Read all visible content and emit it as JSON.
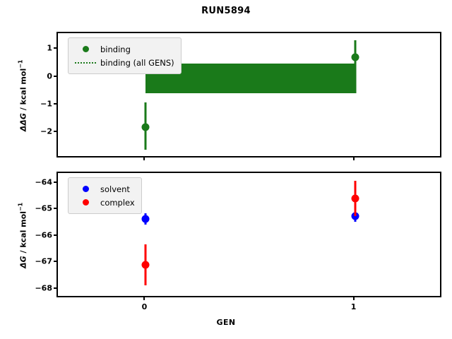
{
  "chart_data": [
    {
      "type": "scatter",
      "panel": "top",
      "title": "RUN5894",
      "xlabel": "",
      "ylabel": "ΔΔG / kcal mol⁻¹",
      "x": [
        0,
        1
      ],
      "xticklabels": [
        "0",
        "1"
      ],
      "xlim": [
        -0.42,
        1.42
      ],
      "ylim": [
        -2.95,
        1.6
      ],
      "yticks": [
        1,
        0,
        -1,
        -2
      ],
      "yticklabels": [
        "1",
        "0",
        "−1",
        "−2"
      ],
      "grid": false,
      "legend_position": "upper left",
      "series": [
        {
          "name": "binding",
          "kind": "errorbar-marker",
          "color": "#1a7a1a",
          "values": [
            -1.8,
            0.72
          ],
          "yerr_low": [
            -2.62,
            -0.57
          ],
          "yerr_high": [
            -0.9,
            1.35
          ]
        },
        {
          "name": "binding (all GENS)",
          "kind": "band-dotted",
          "color": "#1a7a1a",
          "value": 0.06,
          "band_low": -0.57,
          "band_high": 0.51
        }
      ]
    },
    {
      "type": "scatter",
      "panel": "bottom",
      "title": "",
      "xlabel": "GEN",
      "ylabel": "ΔG / kcal mol⁻¹",
      "x": [
        0,
        1
      ],
      "xticklabels": [
        "0",
        "1"
      ],
      "xlim": [
        -0.42,
        1.42
      ],
      "ylim": [
        -68.35,
        -63.6
      ],
      "yticks": [
        -64,
        -65,
        -66,
        -67,
        -68
      ],
      "yticklabels": [
        "−64",
        "−65",
        "−66",
        "−67",
        "−68"
      ],
      "grid": false,
      "legend_position": "upper left",
      "series": [
        {
          "name": "solvent",
          "kind": "errorbar-marker",
          "color": "#0000ff",
          "values": [
            -65.33,
            -65.22
          ],
          "yerr_low": [
            -65.55,
            -65.45
          ],
          "yerr_high": [
            -65.11,
            -65.0
          ]
        },
        {
          "name": "complex",
          "kind": "errorbar-marker",
          "color": "#ff0000",
          "values": [
            -67.08,
            -64.55
          ],
          "yerr_low": [
            -67.85,
            -65.22
          ],
          "yerr_high": [
            -66.3,
            -63.9
          ]
        }
      ]
    }
  ],
  "figure": {
    "title": "RUN5894",
    "xaxis_label": "GEN"
  },
  "top_panel": {
    "ylabel_main": "ΔΔG",
    "ylabel_units": " / kcal mol",
    "ylabel_exp": "−1",
    "yticklabels": [
      "1",
      "0",
      "−1",
      "−2"
    ],
    "legend": {
      "items": [
        {
          "label": "binding",
          "key": "filled-circle",
          "color": "#1a7a1a"
        },
        {
          "label": "binding (all GENS)",
          "key": "dotted-line",
          "color": "#1a7a1a"
        }
      ]
    }
  },
  "bottom_panel": {
    "ylabel_main": "ΔG",
    "ylabel_units": " / kcal mol",
    "ylabel_exp": "−1",
    "yticklabels": [
      "−64",
      "−65",
      "−66",
      "−67",
      "−68"
    ],
    "xticklabels": [
      "0",
      "1"
    ],
    "legend": {
      "items": [
        {
          "label": "solvent",
          "key": "filled-circle",
          "color": "#0000ff"
        },
        {
          "label": "complex",
          "key": "filled-circle",
          "color": "#ff0000"
        }
      ]
    }
  },
  "colors": {
    "binding_green": "#1a7a1a",
    "solvent_blue": "#0000ff",
    "complex_red": "#ff0000",
    "axis_black": "#000000",
    "legend_face": "#f2f2f2"
  }
}
